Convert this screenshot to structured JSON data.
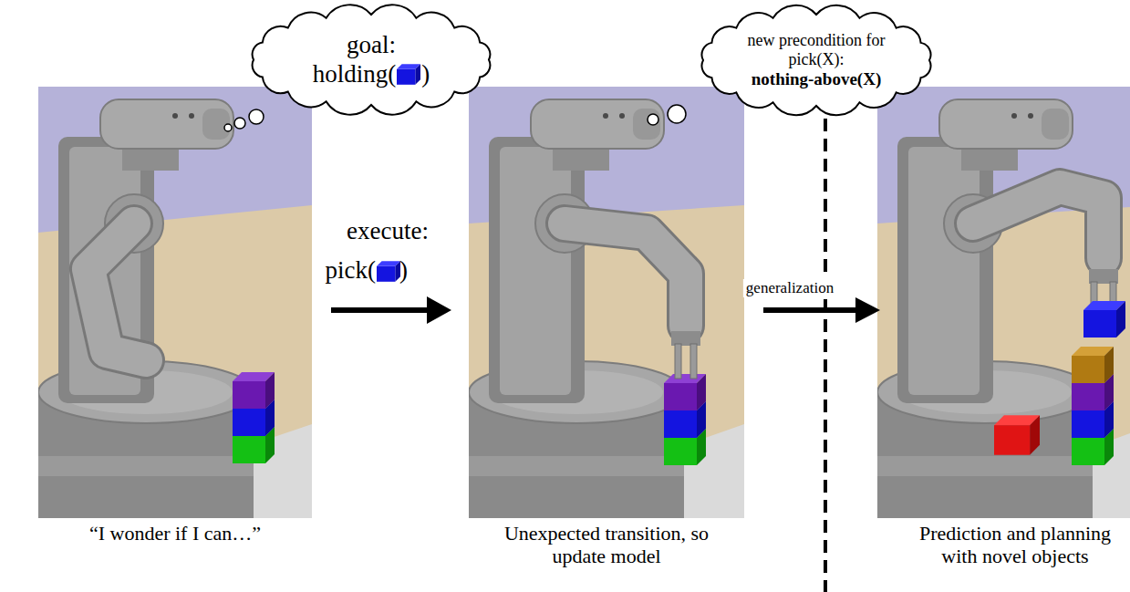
{
  "diagram": {
    "nodes": [
      {
        "text": [
          "goal:",
          "holding(",
          ")"
        ]
      },
      {
        "text": [
          "new precondition for pick(X):",
          "nothing-above(X)"
        ]
      }
    ],
    "labels": [
      "execute:",
      "pick(",
      ")",
      "generalization",
      "“I wonder if I can…”",
      "Unexpected transition, so update model",
      "Prediction and planning with novel objects"
    ]
  }
}
